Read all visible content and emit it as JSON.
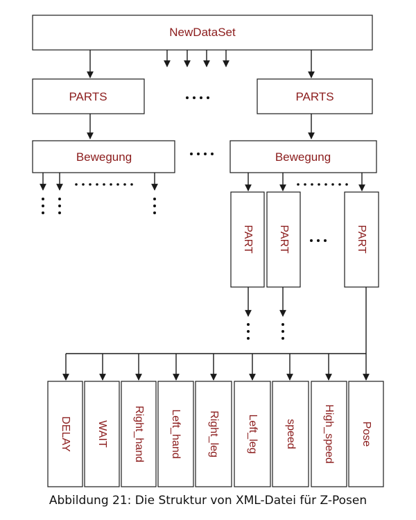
{
  "root": {
    "label": "NewDataSet"
  },
  "parts": [
    {
      "label": "PARTS"
    },
    {
      "label": "PARTS"
    }
  ],
  "bewegung": [
    {
      "label": "Bewegung"
    },
    {
      "label": "Bewegung"
    }
  ],
  "part": [
    {
      "label": "PART"
    },
    {
      "label": "PART"
    },
    {
      "label": "PART"
    }
  ],
  "fields": [
    {
      "label": "DELAY"
    },
    {
      "label": "WAIT"
    },
    {
      "label": "Right_hand"
    },
    {
      "label": "Left_hand"
    },
    {
      "label": "Right_leg"
    },
    {
      "label": "Left_leg"
    },
    {
      "label": "speed"
    },
    {
      "label": "High_speed"
    },
    {
      "label": "Pose"
    }
  ],
  "caption": "Abbildung 21: Die Struktur von XML-Datei für Z-Posen",
  "colors": {
    "label": "#8b1c1c",
    "line": "#1a1a1a"
  }
}
